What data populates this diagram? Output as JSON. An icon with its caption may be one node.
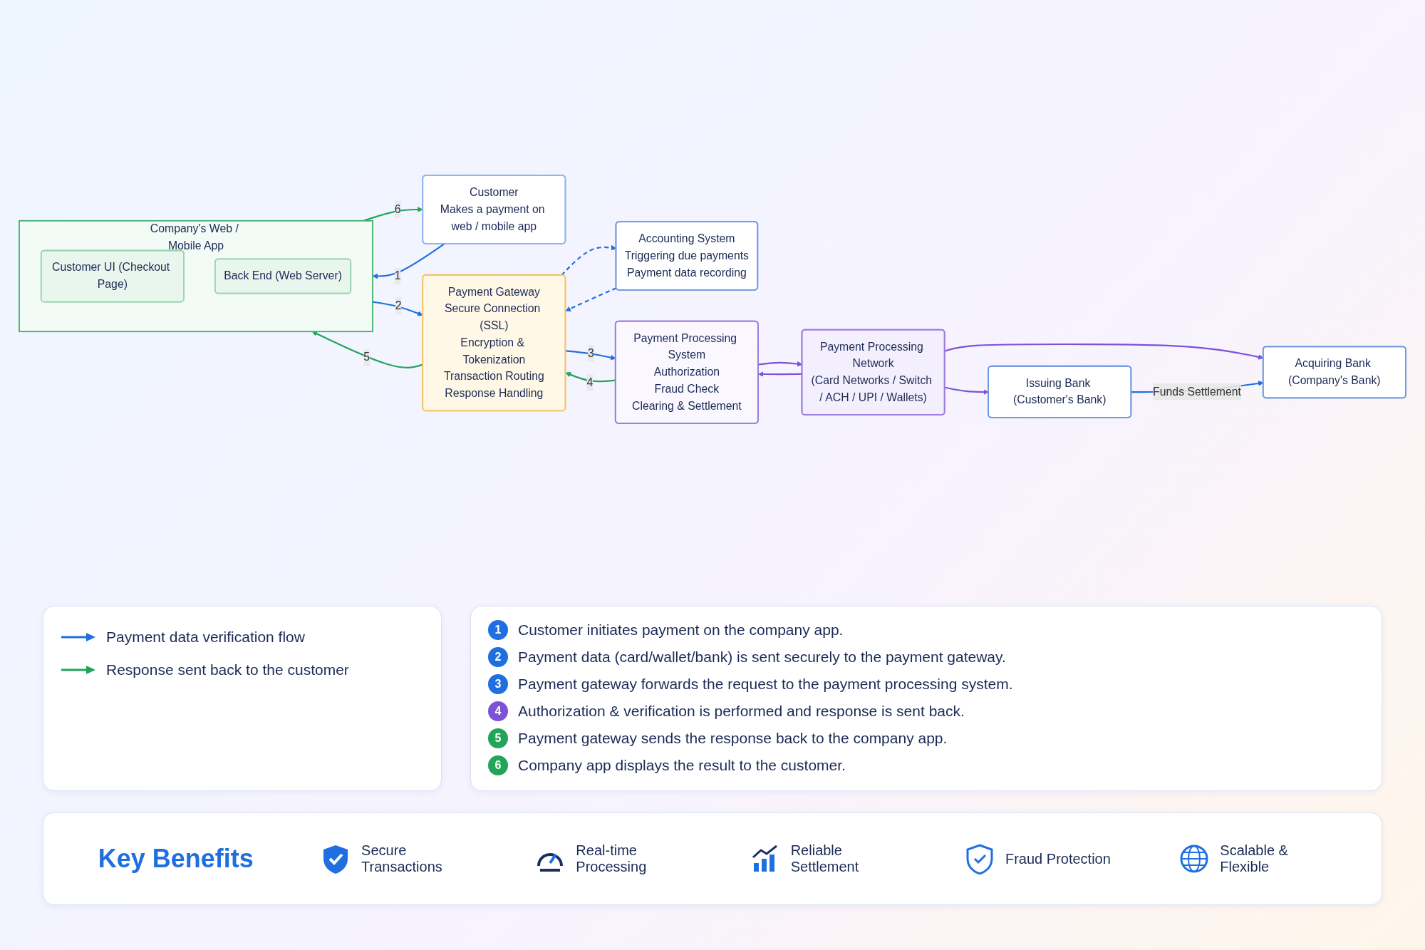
{
  "diagram": {
    "nodes": [
      {
        "text": [
          "Accounting System",
          "Triggering due payments",
          "Payment data recording"
        ]
      },
      {
        "text": [
          "Customer",
          "Makes a payment on web / mobile app"
        ]
      },
      {
        "text": [
          "Company's Web / Mobile App"
        ]
      },
      {
        "text": [
          "Customer UI (Checkout Page)"
        ],
        "in": 2
      },
      {
        "text": [
          "Back End (Web Server)"
        ],
        "in": 2
      },
      {
        "text": [
          "Payment Gateway",
          "Secure Connection (SSL)",
          "Encryption & Tokenization",
          "Transaction Routing",
          "Response Handling"
        ]
      },
      {
        "text": [
          "Payment Processing System",
          "Authorization",
          "Fraud Check",
          "Clearing & Settlement"
        ]
      },
      {
        "text": [
          "Payment Processing Network",
          "(Card Networks / Switch / ACH / UPI / Wallets)"
        ]
      },
      {
        "text": [
          "Issuing Bank (Customer's Bank)"
        ]
      },
      {
        "text": [
          "Acquiring Bank (Company's Bank)"
        ]
      }
    ],
    "edges": [
      {
        "from": 1,
        "to": 2,
        "arrow": "to",
        "label": "1"
      },
      {
        "from": 2,
        "to": 1,
        "arrow": "to",
        "label": "6",
        "color": "#22a55a"
      },
      {
        "from": 2,
        "to": 5,
        "arrow": "to",
        "label": "2"
      },
      {
        "from": 5,
        "to": 2,
        "arrow": "to",
        "label": "5",
        "color": "#22a55a"
      },
      {
        "from": 5,
        "to": 6,
        "arrow": "to",
        "label": "3"
      },
      {
        "from": 6,
        "to": 5,
        "arrow": "to",
        "label": "4",
        "color": "#22a55a"
      },
      {
        "from": 0,
        "to": 5,
        "arrow": "to",
        "style": "dashed"
      },
      {
        "from": 5,
        "to": 0,
        "arrow": "to",
        "style": "dashed"
      },
      {
        "from": 6,
        "to": 7,
        "arrow": "to",
        "color": "#7b52d8"
      },
      {
        "from": 7,
        "to": 6,
        "arrow": "to",
        "color": "#7b52d8"
      },
      {
        "from": 7,
        "to": 8,
        "arrow": "to",
        "color": "#7b52d8"
      },
      {
        "from": 7,
        "to": 9,
        "arrow": "to",
        "color": "#7b52d8"
      },
      {
        "from": 8,
        "to": 9,
        "arrow": "to",
        "label": "Funds Settlement"
      }
    ],
    "labels": [
      "1",
      "Customer initiates payment on the company app.",
      "2",
      "Payment data (card/wallet/bank) is sent securely to the payment gateway.",
      "3",
      "Payment gateway forwards the request to the payment processing system.",
      "4",
      "Authorization & verification is performed and response is sent back.",
      "5",
      "Payment gateway sends the response back to the company app.",
      "6",
      "Company app displays the result to the customer.",
      "Key Benefits",
      "Secure Transactions",
      "Real-time Processing",
      "Reliable Settlement",
      "Fraud Protection",
      "Scalable & Flexible"
    ],
    "legend": [
      {
        "text": "Payment data verification flow"
      },
      {
        "text": "Response sent back to the customer"
      }
    ]
  }
}
